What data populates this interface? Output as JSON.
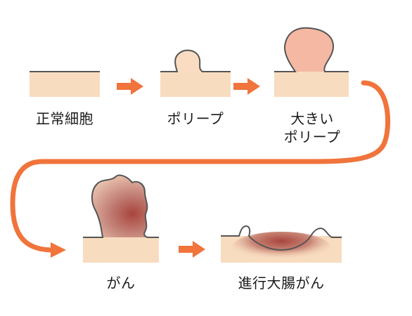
{
  "stages": [
    {
      "id": "normal",
      "label": "正常細胞"
    },
    {
      "id": "polyp",
      "label": "ポリープ"
    },
    {
      "id": "large-polyp",
      "label": "大きい\nポリープ"
    },
    {
      "id": "cancer",
      "label": "がん"
    },
    {
      "id": "advanced",
      "label": "進行大腸がん"
    }
  ],
  "colors": {
    "tissue": "#f8dcc0",
    "outline": "#555555",
    "polyp": "#f9dcc2",
    "large_polyp": "#f5b8a2",
    "tumor": "#a8453d",
    "arrow": "#f0743c"
  }
}
